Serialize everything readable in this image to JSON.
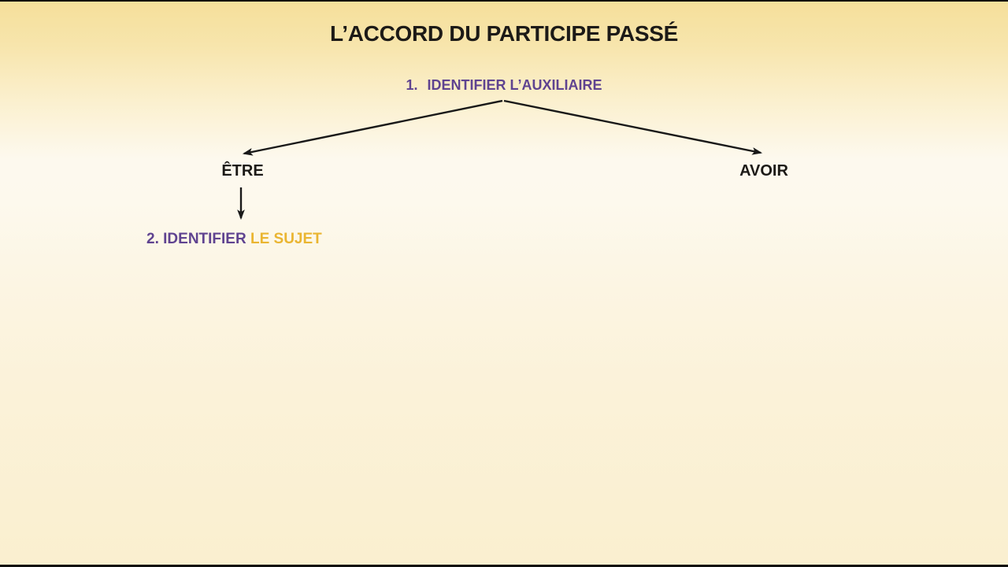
{
  "slide": {
    "title": "L’ACCORD DU PARTICIPE PASSÉ",
    "step1": {
      "number": "1.",
      "label": "IDENTIFIER L’AUXILIAIRE"
    },
    "branches": {
      "left": "ÊTRE",
      "right": "AVOIR"
    },
    "step2": {
      "number": "2.",
      "label": "IDENTIFIER",
      "highlight": "LE SUJET"
    }
  },
  "colors": {
    "title_text": "#1c1a17",
    "step_purple": "#5f4390",
    "highlight_gold": "#eab531",
    "arrow_black": "#191919",
    "background_top": "#f5df9a",
    "background_middle": "#fdf9ee",
    "background_bottom": "#faefcf",
    "letterbox_bar": "#0d0d0d"
  }
}
